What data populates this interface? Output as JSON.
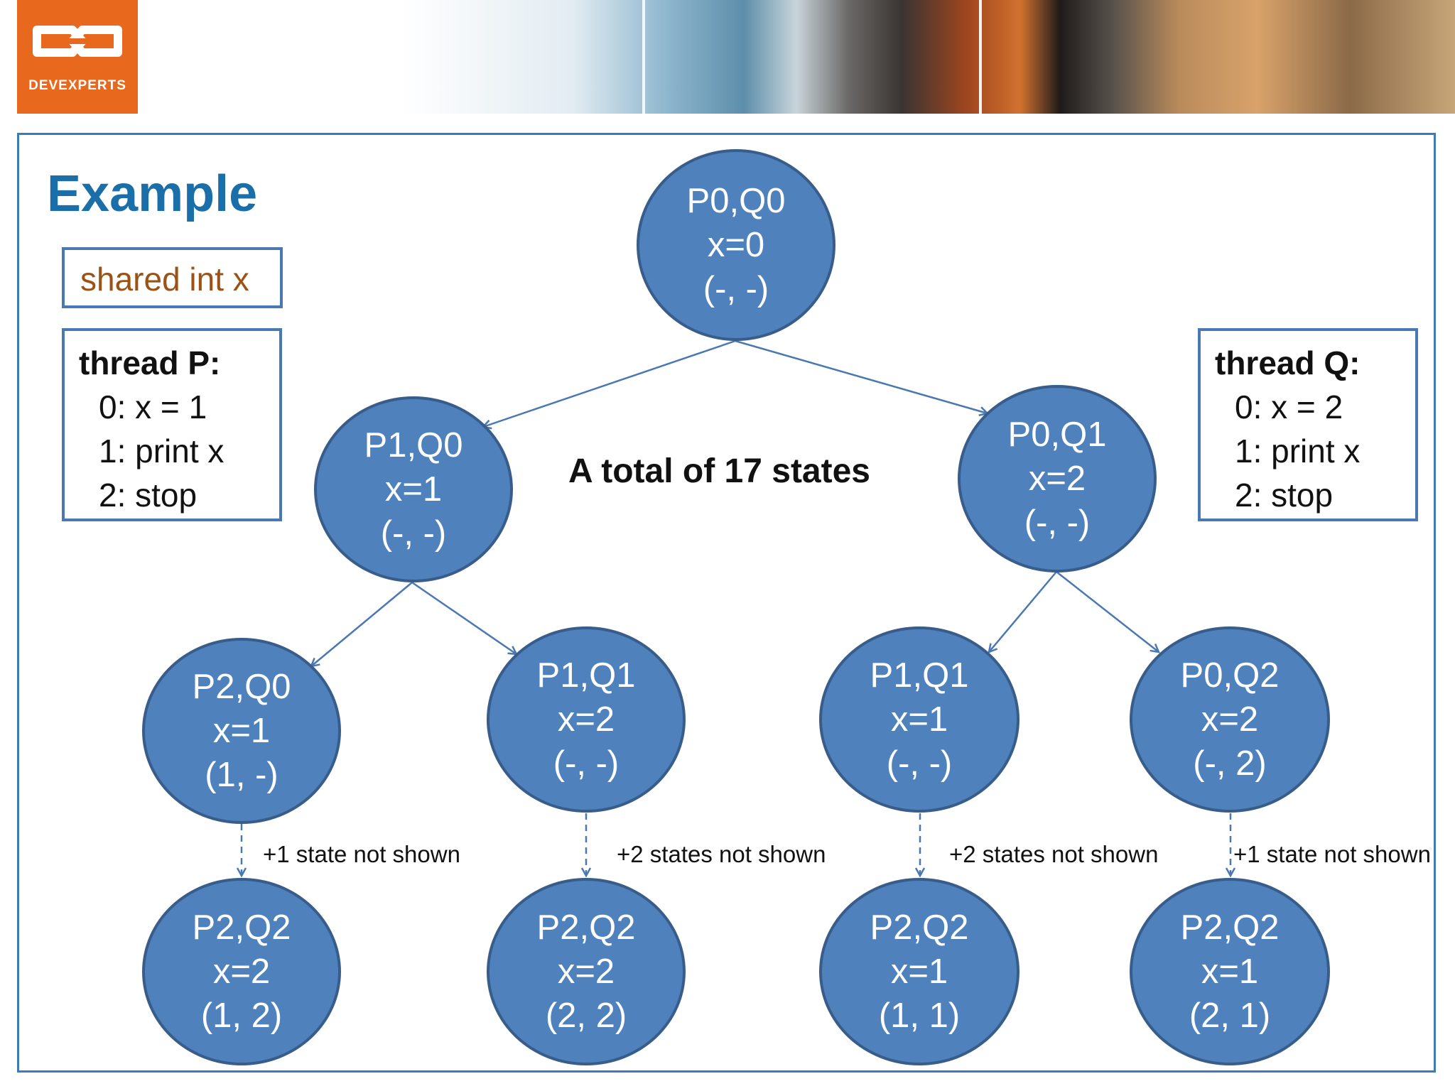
{
  "header": {
    "logo_text": "DEVEXPERTS"
  },
  "slide": {
    "title": "Example",
    "summary": "A total of 17 states"
  },
  "shared_box": {
    "text": "shared int x"
  },
  "thread_p": {
    "title": "thread P:",
    "lines": [
      "0: x = 1",
      "1: print x",
      "2: stop"
    ]
  },
  "thread_q": {
    "title": "thread Q:",
    "lines": [
      "0: x = 2",
      "1: print x",
      "2: stop"
    ]
  },
  "nodes": {
    "root": {
      "state": "P0,Q0",
      "x": "x=0",
      "prints": "(-, -)"
    },
    "p1q0": {
      "state": "P1,Q0",
      "x": "x=1",
      "prints": "(-, -)"
    },
    "p0q1": {
      "state": "P0,Q1",
      "x": "x=2",
      "prints": "(-, -)"
    },
    "p2q0": {
      "state": "P2,Q0",
      "x": "x=1",
      "prints": "(1, -)"
    },
    "p1q1_a": {
      "state": "P1,Q1",
      "x": "x=2",
      "prints": "(-, -)"
    },
    "p1q1_b": {
      "state": "P1,Q1",
      "x": "x=1",
      "prints": "(-, -)"
    },
    "p0q2": {
      "state": "P0,Q2",
      "x": "x=2",
      "prints": "(-, 2)"
    },
    "end1": {
      "state": "P2,Q2",
      "x": "x=2",
      "prints": "(1, 2)"
    },
    "end2": {
      "state": "P2,Q2",
      "x": "x=2",
      "prints": "(2, 2)"
    },
    "end3": {
      "state": "P2,Q2",
      "x": "x=1",
      "prints": "(1, 1)"
    },
    "end4": {
      "state": "P2,Q2",
      "x": "x=1",
      "prints": "(2, 1)"
    }
  },
  "notes": [
    "+1 state not shown",
    "+2 states not shown",
    "+2 states not shown",
    "+1 state not shown"
  ],
  "colors": {
    "node_fill": "#4f81bd",
    "node_border": "#385d8a",
    "edge": "#4a78b2",
    "title": "#1b6fa8",
    "logo": "#e8681e",
    "shared_text": "#9b5216"
  }
}
